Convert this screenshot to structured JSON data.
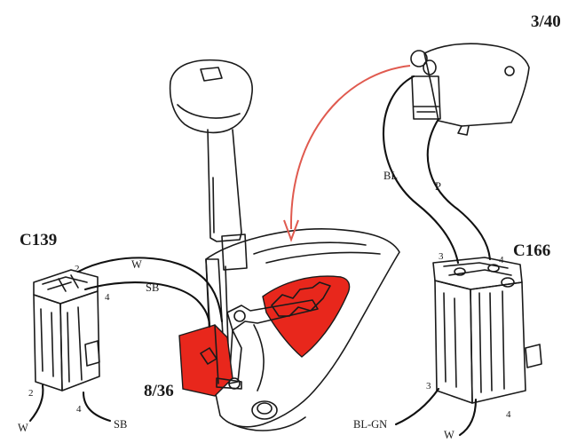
{
  "labels": {
    "figure_number": "3/40",
    "switch_ref": "8/36",
    "left_connector": "C139",
    "right_connector": "C166"
  },
  "wires": {
    "c139_w": "W",
    "c139_sb": "SB",
    "c139_w_bottom": "W",
    "c139_sb_bottom": "SB",
    "c166_bl": "BL",
    "c166_p": "P",
    "c166_bl_gn": "BL-GN",
    "c166_w": "W"
  },
  "pins": {
    "c139_top_2": "2",
    "c139_top_4": "4",
    "c139_bottom_2": "2",
    "c139_bottom_4": "4",
    "c166_top_3": "3",
    "c166_top_4": "4",
    "c166_bottom_3": "3",
    "c166_bottom_4": "4"
  },
  "colors": {
    "highlight": "#e8271c",
    "arrow": "#e05a4f",
    "line": "#1a1a1a"
  }
}
